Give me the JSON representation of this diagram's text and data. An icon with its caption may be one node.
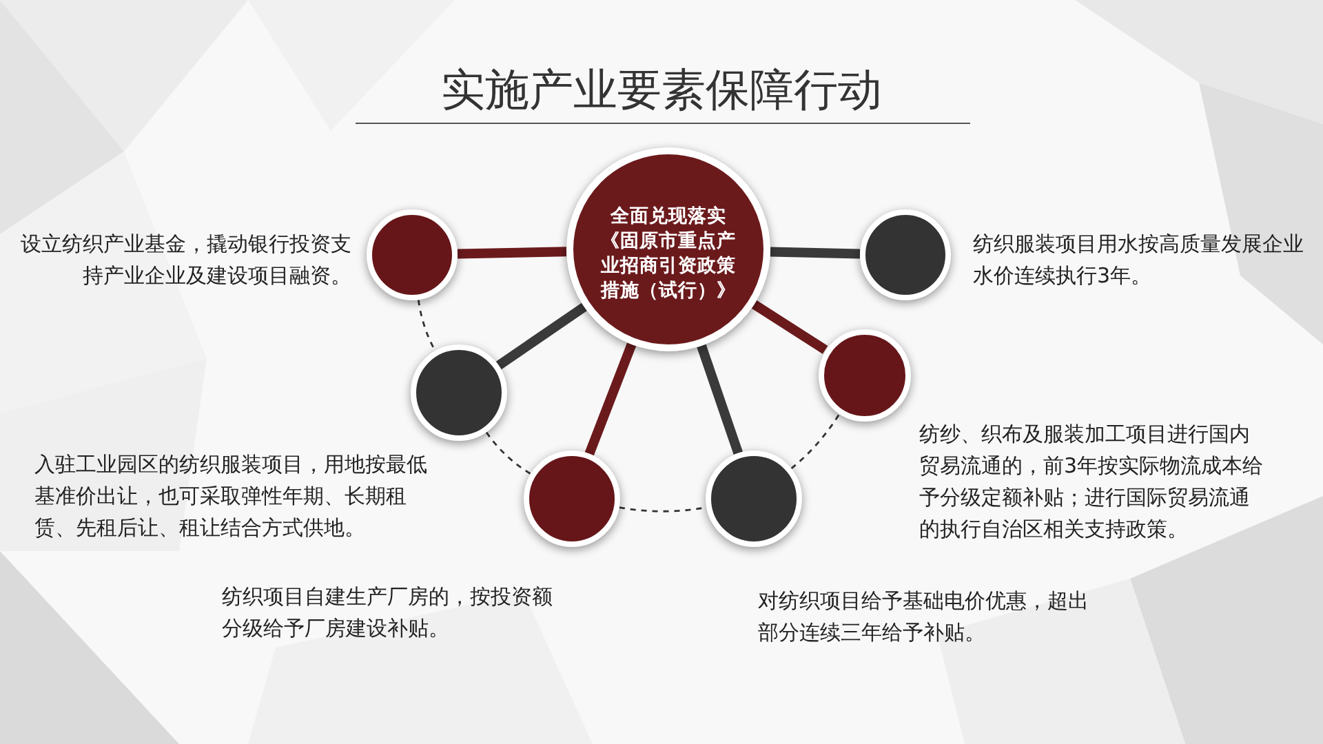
{
  "diagram": {
    "title": "实施产业要素保障行动",
    "nodes": [
      {
        "text": [
          "全面兑现落实《固原市重点产业招商引资政策措施（试行）》"
        ]
      },
      {
        "text": [],
        "shape": "circle",
        "beside": [
          "设立纺织产业基金，撬动银行投资支持产业企业及建设项目融资。"
        ]
      },
      {
        "text": [],
        "shape": "circle",
        "beside": [
          "纺织服装项目用水按高质量发展企业水价连续执行3年。"
        ]
      },
      {
        "text": [],
        "shape": "circle",
        "beside": [
          "入驻工业园区的纺织服装项目，用地按最低基准价出让，也可采取弹性年期、长期租赁、先租后让、租让结合方式供地。"
        ]
      },
      {
        "text": [],
        "shape": "circle",
        "beside": [
          "纺纱、织布及服装加工项目进行国内贸易流通的，前3年按实际物流成本给予分级定额补贴；进行国际贸易流通的执行自治区相关支持政策。"
        ]
      },
      {
        "text": [],
        "shape": "circle",
        "beside": [
          "纺织项目自建生产厂房的，按投资额分级给予厂房建设补贴。"
        ]
      },
      {
        "text": [],
        "shape": "circle",
        "beside": [
          "对纺织项目给予基础电价优惠，超出部分连续三年给予补贴。"
        ]
      }
    ],
    "edges": [
      {
        "from": 0,
        "to": 1,
        "arrow": "none",
        "color": "#6b1a1c"
      },
      {
        "from": 0,
        "to": 2,
        "arrow": "none",
        "color": "#3a3a3a"
      },
      {
        "from": 0,
        "to": 3,
        "arrow": "none",
        "color": "#3a3a3a"
      },
      {
        "from": 0,
        "to": 4,
        "arrow": "none",
        "color": "#6b1a1c"
      },
      {
        "from": 0,
        "to": 5,
        "arrow": "none",
        "color": "#6b1a1c"
      },
      {
        "from": 0,
        "to": 6,
        "arrow": "none",
        "color": "#3a3a3a"
      },
      {
        "from": 1,
        "to": 3,
        "arrow": "none",
        "style": "dashed",
        "color": "#333333"
      },
      {
        "from": 3,
        "to": 5,
        "arrow": "none",
        "style": "dashed",
        "color": "#333333"
      },
      {
        "from": 5,
        "to": 6,
        "arrow": "none",
        "style": "dashed",
        "color": "#333333"
      },
      {
        "from": 6,
        "to": 4,
        "arrow": "none",
        "style": "dashed",
        "color": "#333333"
      }
    ]
  }
}
